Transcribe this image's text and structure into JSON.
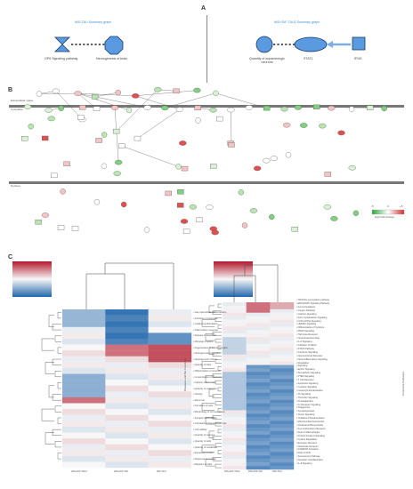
{
  "panelA": {
    "letter": "A",
    "left_title": "iMG-TAU Summary graph",
    "right_title": "iMG+DIF-TAU2 Summary graph",
    "left_nodes": [
      "GP6 Signaling pathway",
      "Neurogenesis of brain"
    ],
    "right_nodes": [
      "Quantity of dopaminergic neurons",
      "STAT1",
      "IFNG"
    ]
  },
  "panelB": {
    "letter": "B",
    "compartments": [
      "Extracellular space",
      "Cytoplasm",
      "Nucleus"
    ],
    "legend_title": "log2 fold change",
    "legend_min": "-5",
    "legend_mid": "0",
    "legend_max": "+5"
  },
  "panelC": {
    "letter": "C",
    "left_rows": [
      "Gap Intercellular Differentiation",
      "Activation of neuroglia",
      "Insulinoma Stimulation",
      "Inflammatory response",
      "Release in sequence",
      "Mitrotrap of axons",
      "Degeneration of axonal ganglion",
      "Neurogenesis of ganglion",
      "Neurogenesis of brain",
      "Quantity of cells",
      "Differentiation of neurons",
      "Concentration of dopamine",
      "Calcium influx in cell",
      "Quantity of molecules",
      "Obesity",
      "Abnormal",
      "Formation of cells",
      "Morphology of nervous tissue",
      "Synaptic transmission",
      "Cell death of hippocampal cells",
      "Cell viability",
      "Quantity of neurons",
      "Quantity of cells",
      "Quantity of metabolite",
      "Expansion of cells",
      "Response of neurogl",
      "Migration of cells"
    ],
    "left_cols": [
      "iMG+DIF-TAU2",
      "iMG+DIF-TAU",
      "iMG-TAU"
    ],
    "left_side_label": "Diseases and Bio Functions",
    "right_rows": [
      "TR/ST&L sumoylation pathway",
      "ERK/MAPK Signaling Pathway",
      "Axonal Guidance",
      "Integrin Pathway",
      "Calcium Signaling",
      "Actin Cytoskeleton Signaling",
      "iCOS-iCOSL Signaling",
      "HMGB1 Signaling",
      "Differentiation of Cytokine",
      "PPAR Signaling",
      "TGF-beta Receptor",
      "Neuroprotective Role",
      "IL-6 Signaling",
      "Inhibition of Matrix",
      "STAT3 Pathway",
      "Interferon Signaling",
      "Glucocorticoid Receptor",
      "Neuroinflammation Signaling",
      "Regulation",
      "Signaling",
      "Ephrin Signaling",
      "Semaphorin Signaling",
      "PTEN Signaling",
      "T Cell Receptor",
      "Apoptosis Signaling",
      "Cytokine Signaling",
      "Leukocyte Extravasation",
      "Th Signaling",
      "Thrombin Signaling",
      "Prostaglandins",
      "Fc Receptor Signaling",
      "Phagosome",
      "Synaptogenesis",
      "Sirtuin Signaling",
      "Oxidative Phosphorylation",
      "Mitochondrial Dysfunction",
      "Cholesterol Biosynthesis",
      "Aryl Hydrocarbon Receptor",
      "Role of Macrophages",
      "Protein Kinase A Signaling",
      "Cyclins Regulation",
      "Estrogen Receptor",
      "Glutamate Receptor",
      "FXR/RXR Activation",
      "Role of PKR",
      "Senescence Pathway",
      "Dendritic Cell Maturation",
      "IL-8 Signaling"
    ],
    "right_cols": [
      "iMG+DIF-TAU2",
      "iMG+DIF-TAU",
      "iMG-TAU"
    ],
    "right_side_label": "Canonical Pathways"
  }
}
